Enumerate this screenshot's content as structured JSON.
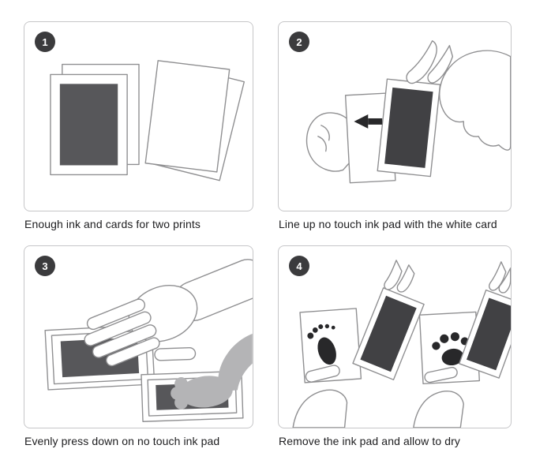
{
  "colors": {
    "badge": "#3b3b3d",
    "ink": "#57575a",
    "ink_dark": "#414144",
    "print": "#28282a",
    "paw": "#b4b4b6",
    "line": "#8f8f91",
    "panel_border": "#c6c6c8",
    "text": "#1d1d1f"
  },
  "icons": {
    "step2_arrow": "left-arrow",
    "step4_left_print": "footprint",
    "step4_right_print": "paw-print"
  },
  "steps": [
    {
      "number": "1",
      "caption": "Enough ink and cards for two prints"
    },
    {
      "number": "2",
      "caption": "Line up no touch ink pad with the white card"
    },
    {
      "number": "3",
      "caption": "Evenly press down on no touch ink pad"
    },
    {
      "number": "4",
      "caption": "Remove the ink pad and allow to dry"
    }
  ]
}
